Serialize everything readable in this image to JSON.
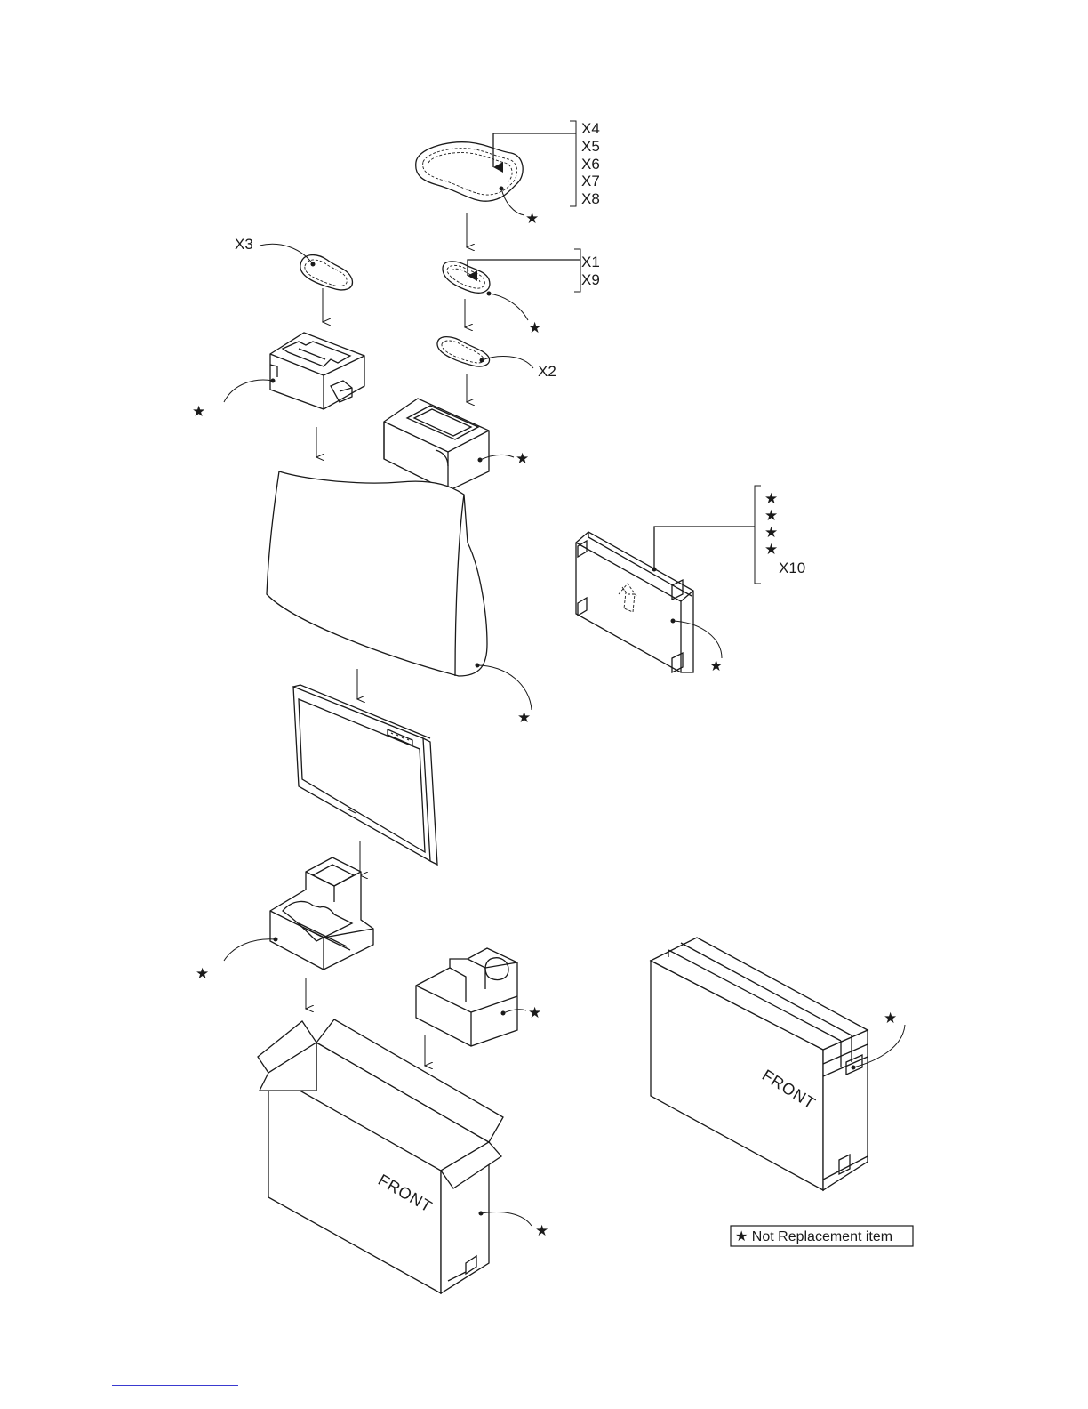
{
  "labels": {
    "bag_large": [
      "X4",
      "X5",
      "X6",
      "X7",
      "X8"
    ],
    "bag_medium": [
      "X1",
      "X9"
    ],
    "bag_small_left": "X3",
    "bag_small_right": "X2",
    "panel_group_last": "X10"
  },
  "star": "★",
  "box_open_text": "FRONT",
  "box_closed_text": "FRONT",
  "legend": {
    "text": "★ Not Replacement item"
  }
}
